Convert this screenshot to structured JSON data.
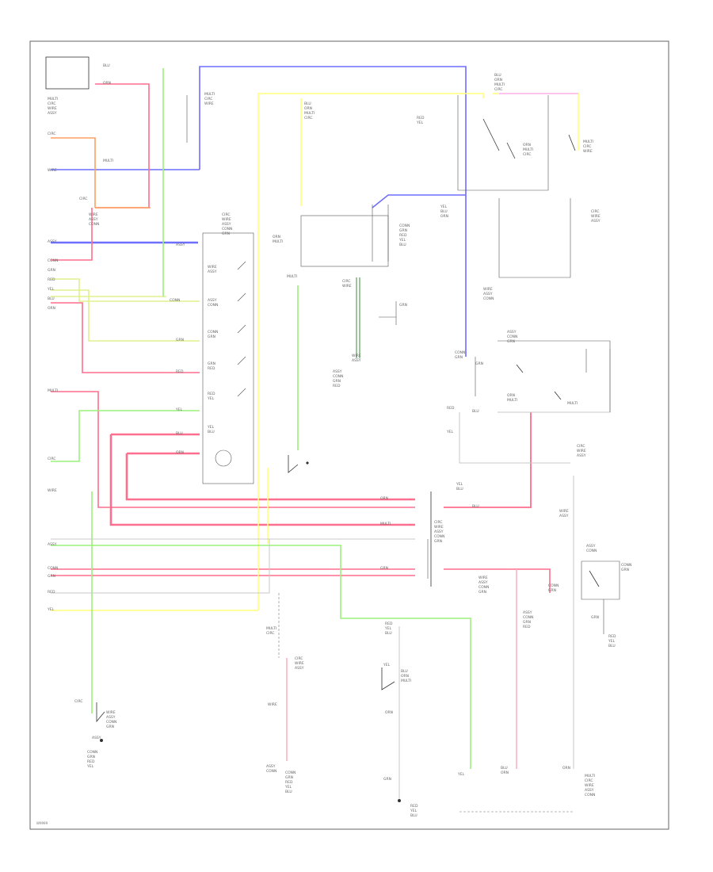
{
  "diagram": {
    "footer_code": "W9999",
    "colors": {
      "blue": "#6e6eff",
      "red": "#ff6e8c",
      "yellow": "#ffff7a",
      "green": "#9cf07a",
      "bright_green": "#5aef5a",
      "pink": "#ffb0ff",
      "orange": "#ffa060",
      "light_green": "#e0f08c",
      "black": "#333333",
      "gray": "#c8c8c8"
    },
    "label_lines": [
      "MULTI",
      "CIRC",
      "WIRE",
      "ASSY",
      "CONN",
      "GRN",
      "RED",
      "YEL",
      "BLU",
      "ORN"
    ]
  }
}
